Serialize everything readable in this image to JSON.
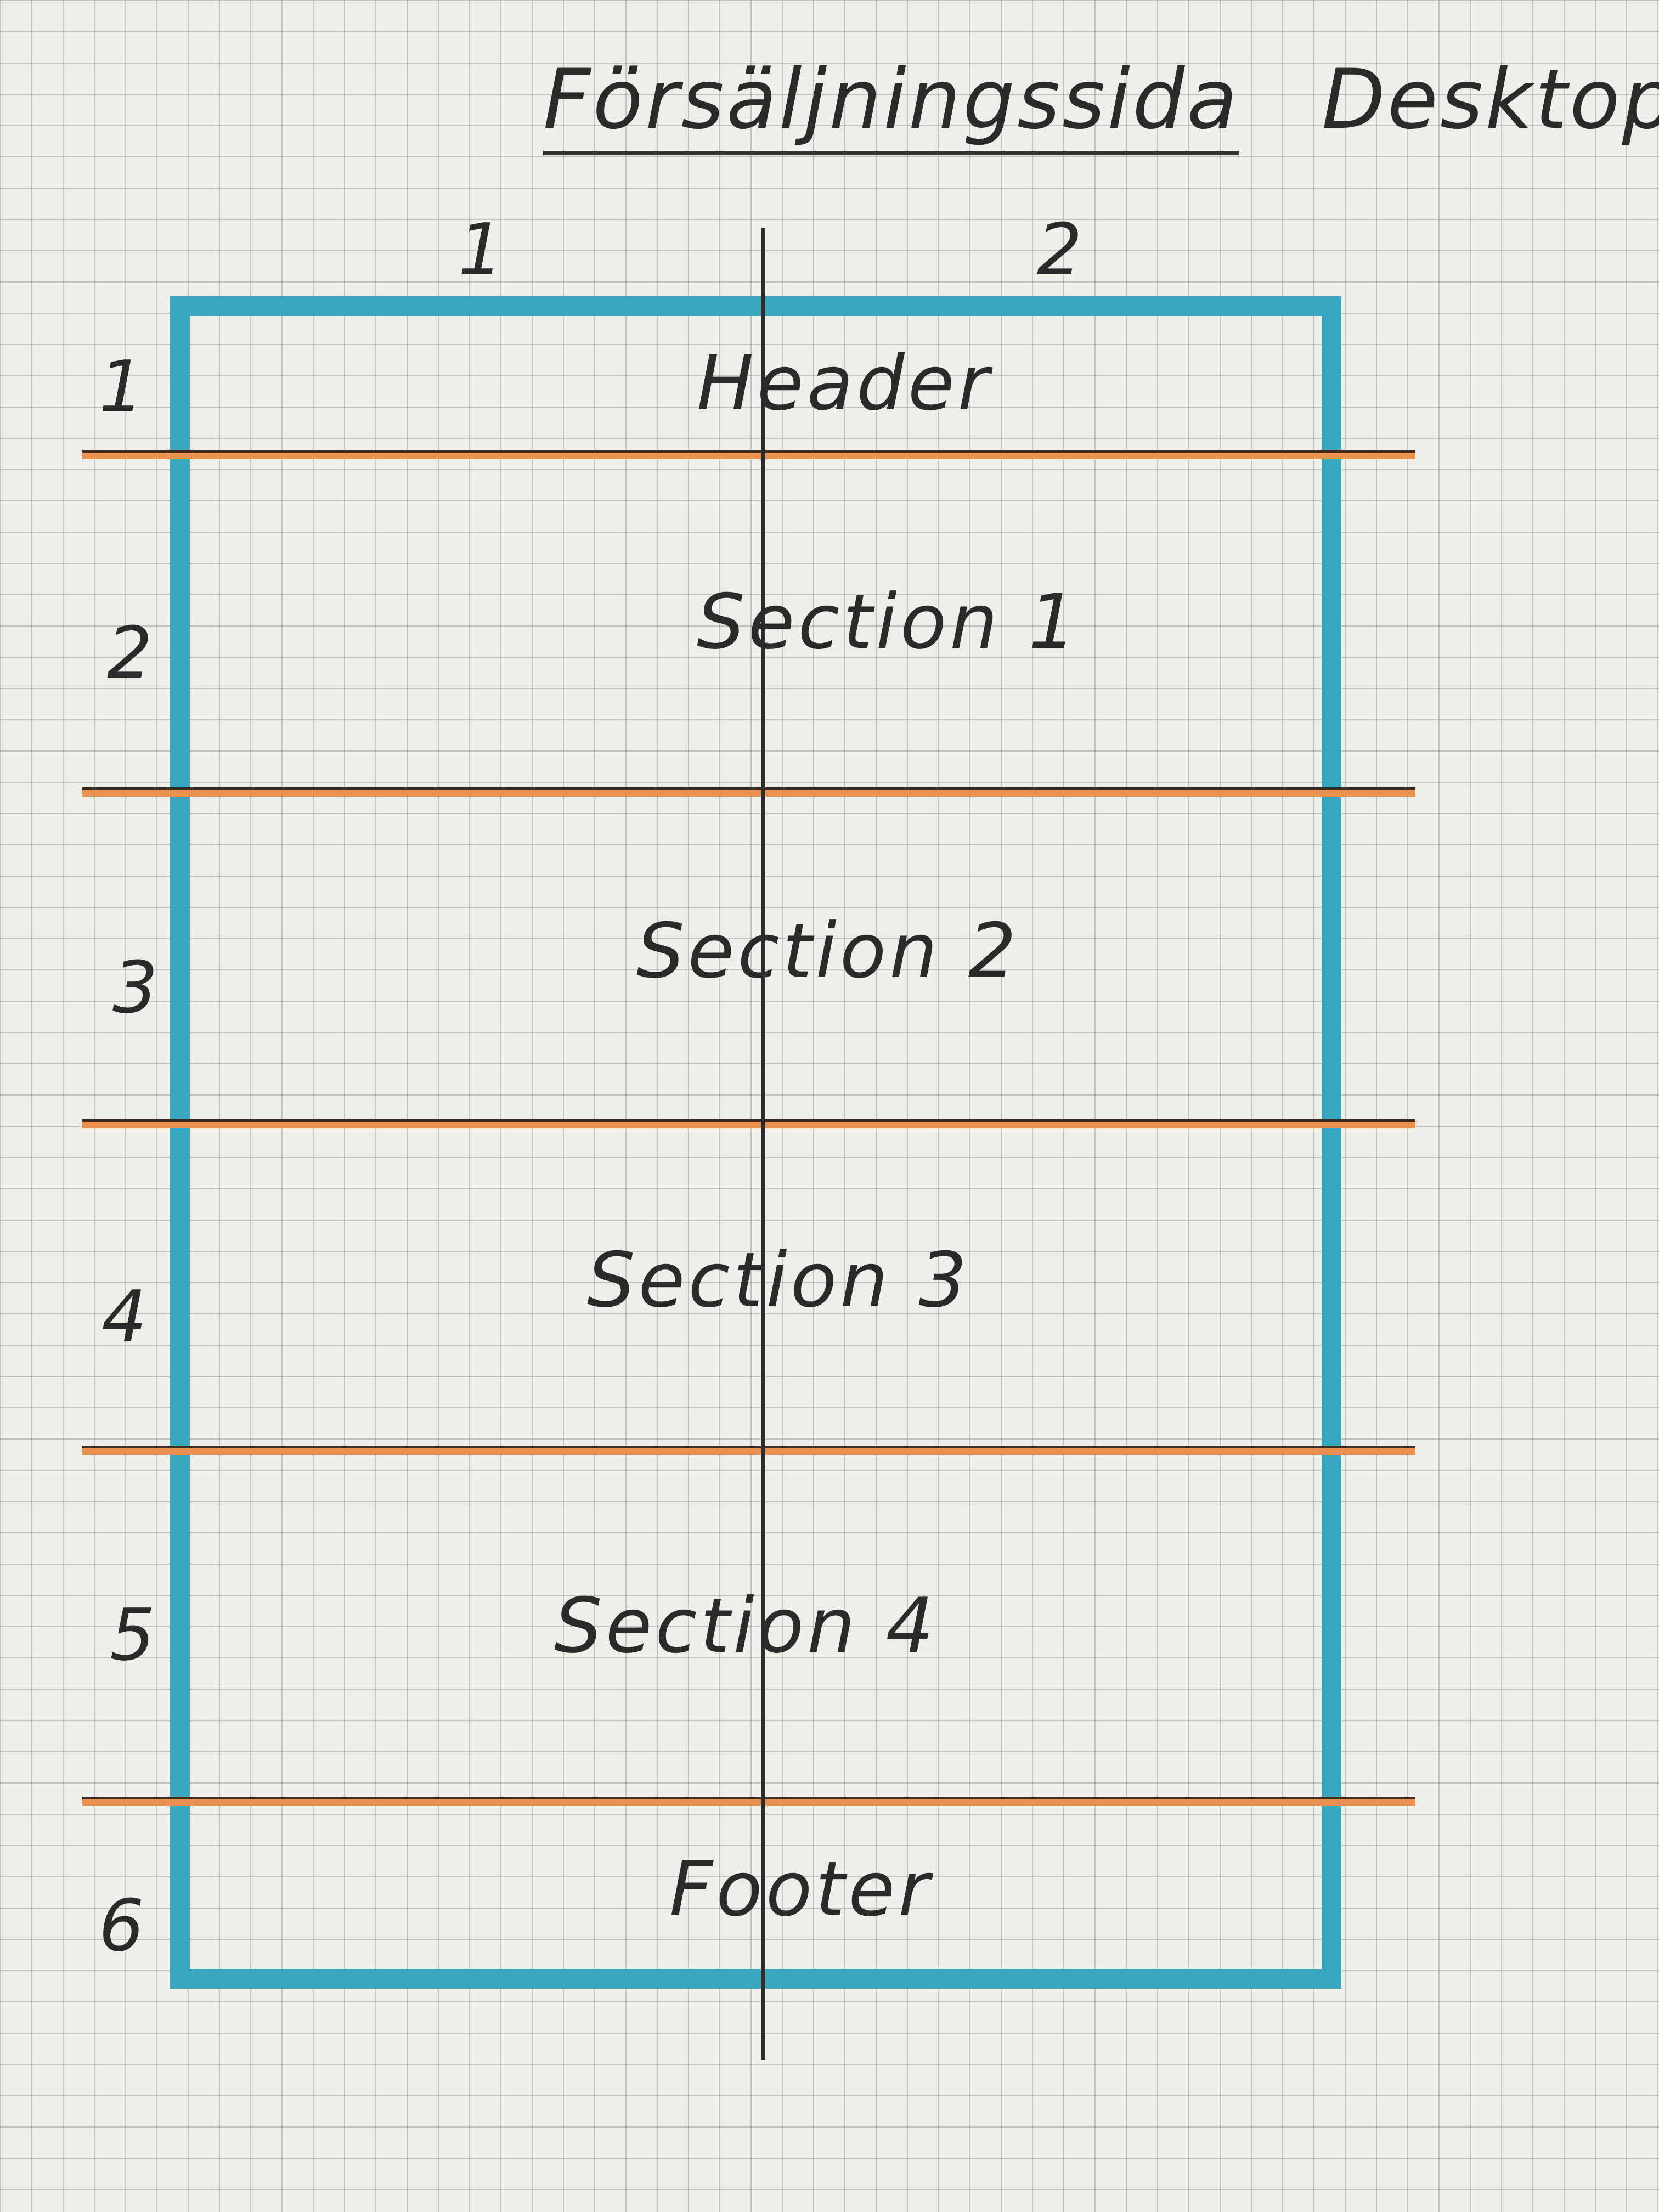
{
  "title": {
    "main": "Försäljningssida",
    "variant": "Desktop"
  },
  "columns": [
    "1",
    "2"
  ],
  "rows": [
    "1",
    "2",
    "3",
    "4",
    "5",
    "6"
  ],
  "sections": {
    "header": "Header",
    "section_1": "Section 1",
    "section_2": "Section 2",
    "section_3": "Section 3",
    "section_4": "Section 4",
    "footer": "Footer"
  },
  "colors": {
    "frame": "#3aa6bd",
    "divider": "#e9914f",
    "ink": "#2a2a2a"
  }
}
